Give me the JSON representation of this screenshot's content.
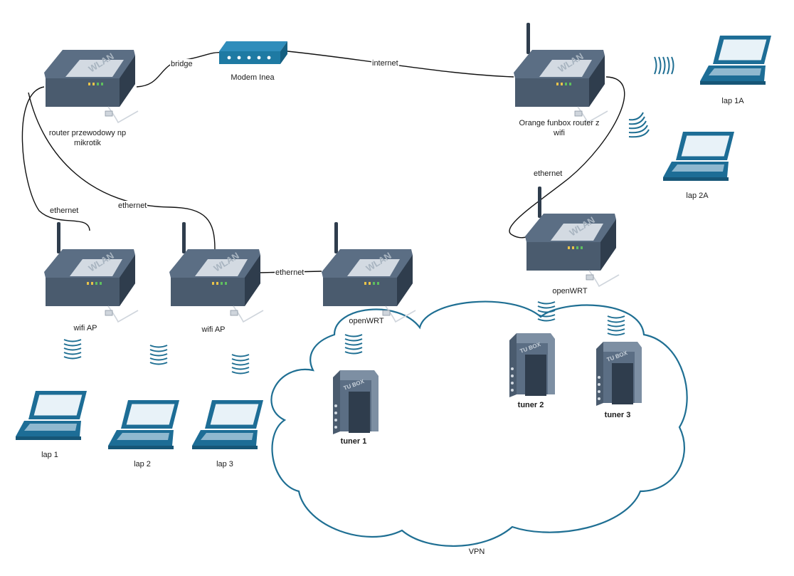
{
  "devices": {
    "router_main": "router przewodowy np mikrotik",
    "modem": "Modem Inea",
    "orange_router": "Orange funbox router z wifi",
    "wifi_ap_1": "wifi AP",
    "wifi_ap_2": "wifi AP",
    "openwrt_left": "openWRT",
    "openwrt_right": "openWRT"
  },
  "laptops": {
    "lap1": "lap 1",
    "lap2": "lap 2",
    "lap3": "lap 3",
    "lap1a": "lap 1A",
    "lap2a": "lap 2A"
  },
  "tuners": {
    "t1": "tuner 1",
    "t2": "tuner 2",
    "t3": "tuner 3"
  },
  "links": {
    "bridge": "bridge",
    "internet": "internet",
    "eth_router_ap1": "ethernet",
    "eth_router_ap2": "ethernet",
    "eth_ap2_openwrt": "ethernet",
    "eth_orange_openwrt": "ethernet"
  },
  "cloud": {
    "label": "VPN"
  },
  "device_glyph_text": {
    "router": "WLAN",
    "tuner": "TU BOX"
  },
  "colors": {
    "device_body": "#5b6e84",
    "device_dark": "#3a4a5c",
    "device_light": "#d9e0e7",
    "laptop": "#1d6d96",
    "laptop_screen": "#e8f2f8",
    "wifi": "#1f6f93",
    "modem": "#1e7aa3",
    "line": "#111111",
    "cloud_stroke": "#1f6f93"
  }
}
